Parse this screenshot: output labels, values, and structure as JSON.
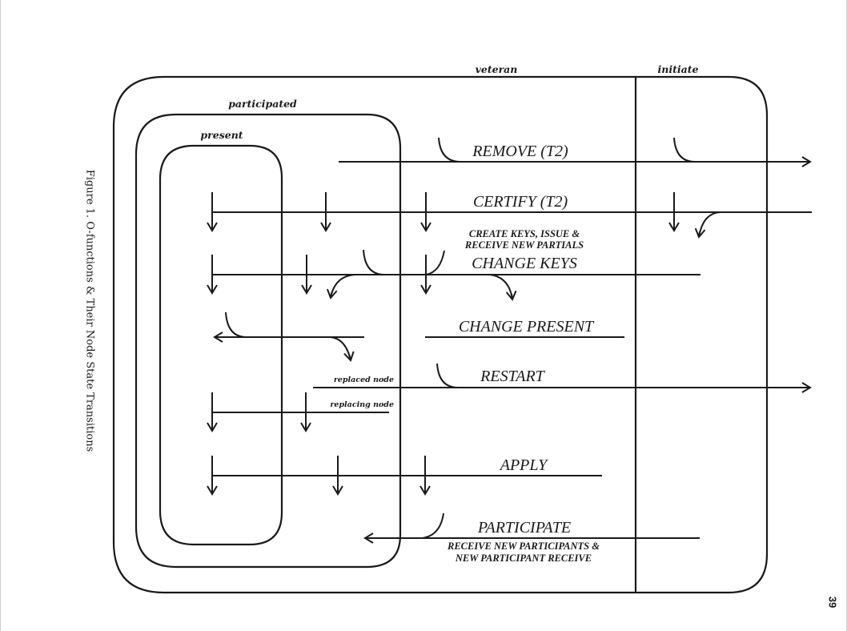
{
  "figure": {
    "caption": "Figure 1.  O-functions & Their Node State Transitions",
    "page_number": "39"
  },
  "states": {
    "veteran": "veteran",
    "initiate": "initiate",
    "participated": "participated",
    "present": "present"
  },
  "functions": {
    "remove": "REMOVE  (T2)",
    "certify": "CERTIFY  (T2)",
    "change_keys_note_line1": "CREATE KEYS, ISSUE &",
    "change_keys_note_line2": "RECEIVE NEW PARTIALS",
    "change_keys": "CHANGE  KEYS",
    "change_present": "CHANGE  PRESENT",
    "restart": "RESTART",
    "apply": "APPLY",
    "participate": "PARTICIPATE",
    "participate_note_line1": "RECEIVE NEW PARTICIPANTS &",
    "participate_note_line2": "NEW PARTICIPANT RECEIVE"
  },
  "node_labels": {
    "replaced": "replaced node",
    "replacing": "replacing node"
  }
}
